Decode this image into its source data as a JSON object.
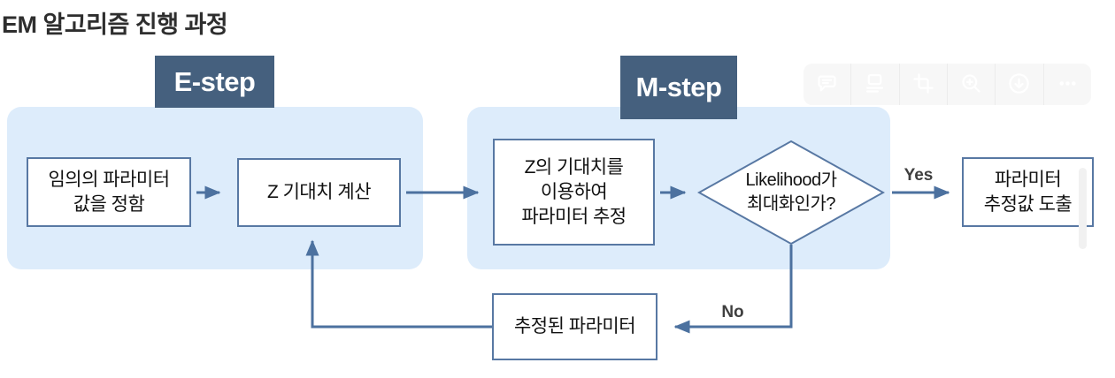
{
  "title": "EM 알고리즘 진행 과정",
  "colors": {
    "panel_bg": "#ddecfb",
    "step_header_bg": "#45607e",
    "node_border": "#5878a3",
    "connector": "#4c719f",
    "title_text": "#2e2e2e",
    "toolbar_bg": "#f7f7f7",
    "toolbar_icon": "#ffffff"
  },
  "diagram": {
    "steps": [
      {
        "label": "E-step"
      },
      {
        "label": "M-step"
      }
    ],
    "nodes": {
      "init": {
        "lines": [
          "임의의 파라미터",
          "값을 정함"
        ]
      },
      "expectation": {
        "lines": [
          "Z 기대치 계산"
        ]
      },
      "maximization": {
        "lines": [
          "Z의 기대치를",
          "이용하여",
          "파라미터 추정"
        ]
      },
      "decision": {
        "lines": [
          "Likelihood가",
          "최대화인가?"
        ]
      },
      "result": {
        "lines": [
          "파라미터",
          "추정값 도출"
        ]
      },
      "estimated": {
        "lines": [
          "추정된 파라미터"
        ]
      }
    },
    "labels": {
      "yes": "Yes",
      "no": "No"
    }
  },
  "toolbar": {
    "icons": [
      {
        "name": "comment-icon"
      },
      {
        "name": "caption-icon"
      },
      {
        "name": "crop-icon"
      },
      {
        "name": "zoom-in-icon"
      },
      {
        "name": "download-icon"
      },
      {
        "name": "more-options-icon"
      }
    ]
  }
}
